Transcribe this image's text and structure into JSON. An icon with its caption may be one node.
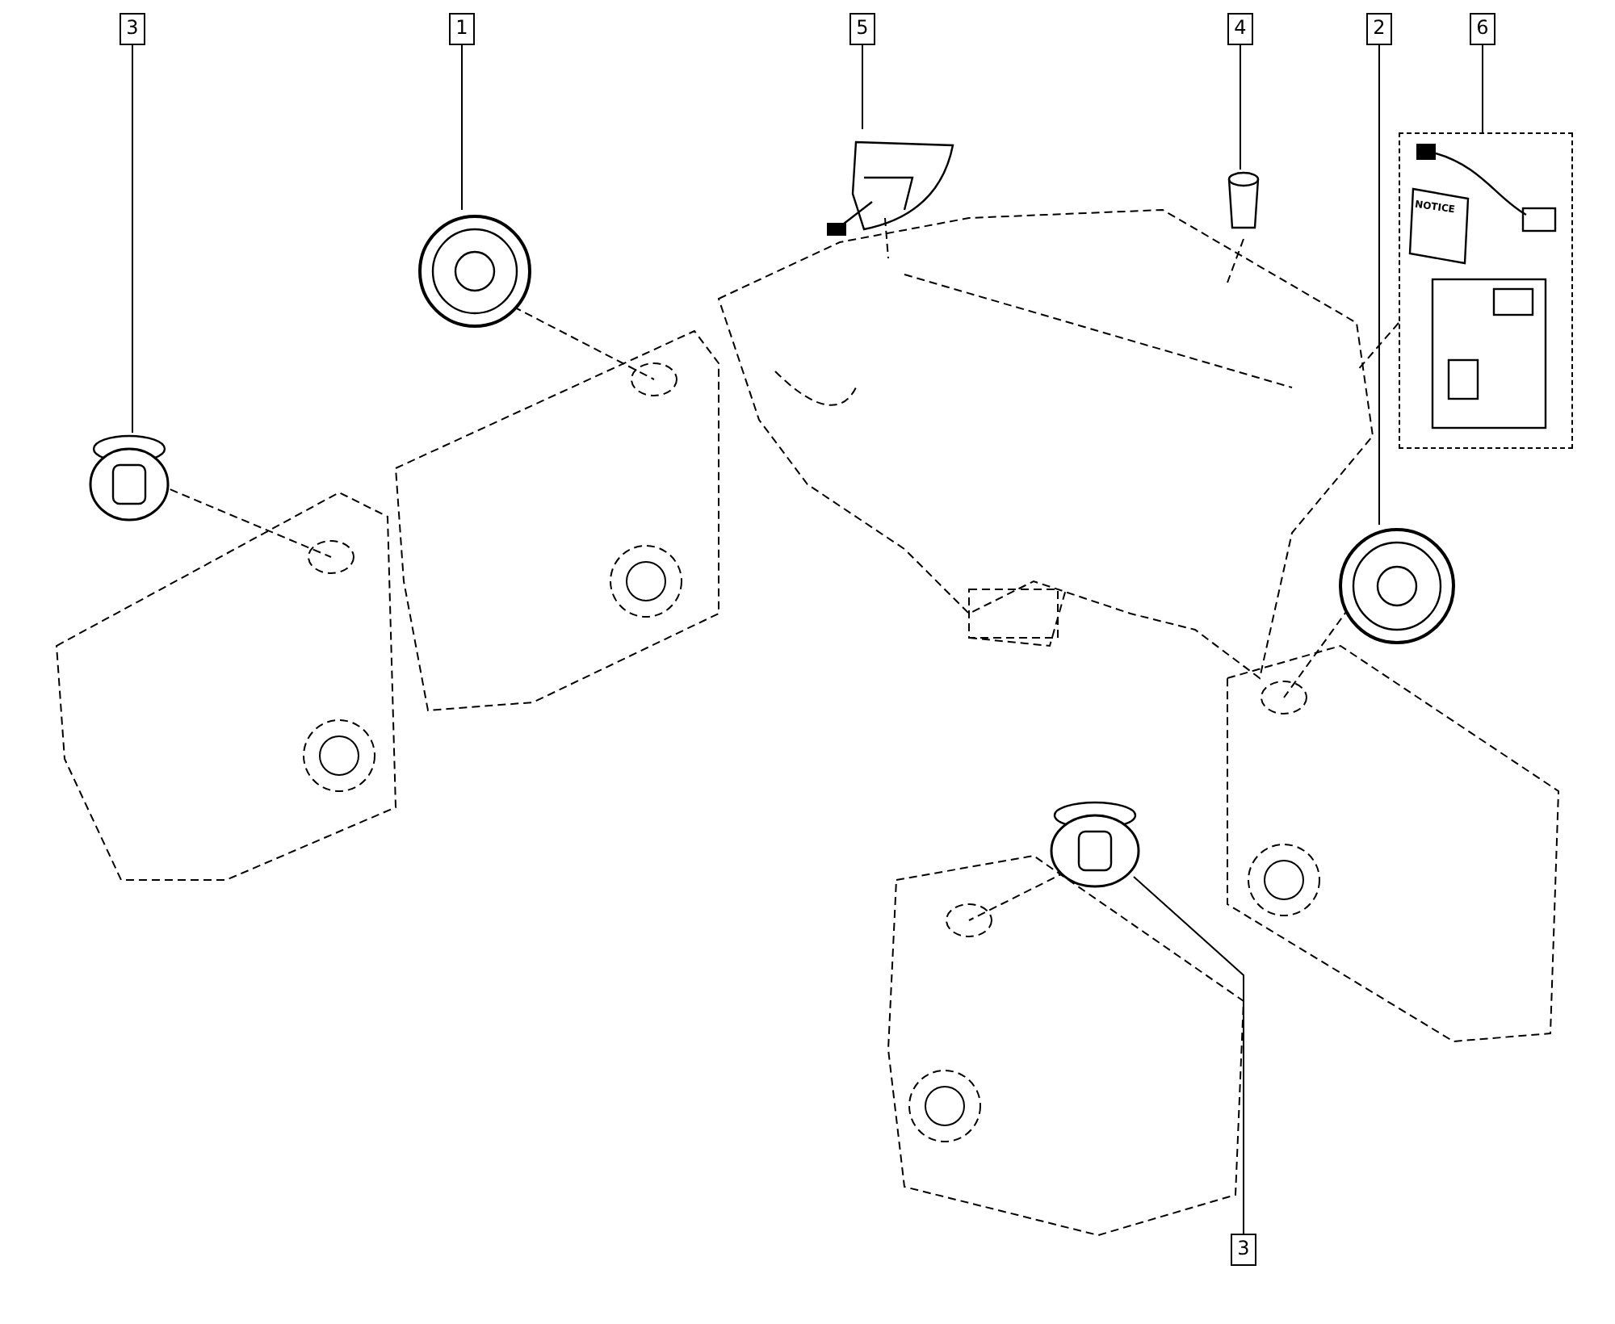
{
  "diagram": {
    "nodes": [
      {
        "text": [
          "3"
        ]
      },
      {
        "text": [
          "1"
        ]
      },
      {
        "text": [
          "5"
        ]
      },
      {
        "text": [
          "4"
        ]
      },
      {
        "text": [
          "2"
        ]
      },
      {
        "text": [
          "6"
        ]
      },
      {
        "text": [
          "3"
        ]
      },
      {
        "text": [],
        "shape": "picture"
      },
      {
        "text": [],
        "shape": "picture"
      },
      {
        "text": [],
        "shape": "picture"
      },
      {
        "text": [],
        "shape": "picture"
      },
      {
        "text": [],
        "shape": "picture"
      },
      {
        "text": [],
        "shape": "picture"
      },
      {
        "text": [],
        "shape": "picture"
      }
    ],
    "edges": [
      {
        "from": 0,
        "to": 7,
        "arrow": "none"
      },
      {
        "from": 1,
        "to": 8,
        "arrow": "none"
      },
      {
        "from": 2,
        "to": 9,
        "arrow": "none"
      },
      {
        "from": 3,
        "to": 10,
        "arrow": "none"
      },
      {
        "from": 4,
        "to": 11,
        "arrow": "none"
      },
      {
        "from": 5,
        "to": 12,
        "arrow": "none"
      },
      {
        "from": 6,
        "to": 13,
        "arrow": "none"
      }
    ],
    "labels": [
      "NOTICE"
    ]
  }
}
